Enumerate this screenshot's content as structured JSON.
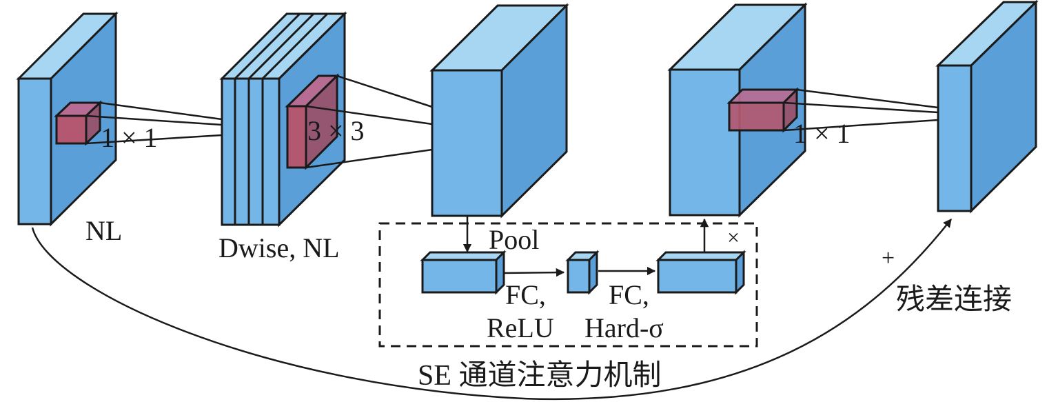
{
  "figure": {
    "labels": {
      "conv1": "1 × 1",
      "dwise_kernel": "3 × 3",
      "conv2": "1 × 1",
      "nl": "NL",
      "dwise_nl": "Dwise, NL",
      "pool": "Pool",
      "fc1": "FC,",
      "relu": "ReLU",
      "fc2": "FC,",
      "hard_sigma": "Hard-σ",
      "multiply": "×",
      "plus": "+",
      "residual": "残差连接",
      "se_caption": "SE 通道注意力机制"
    },
    "colors": {
      "block_front": "#74b6e7",
      "block_top": "#a6d6f2",
      "block_side": "#5b9fd9",
      "kernel_front": "#b35870",
      "kernel_top": "#b76d93",
      "kernel_side": "#955672",
      "stroke": "#1a1a1a"
    }
  }
}
